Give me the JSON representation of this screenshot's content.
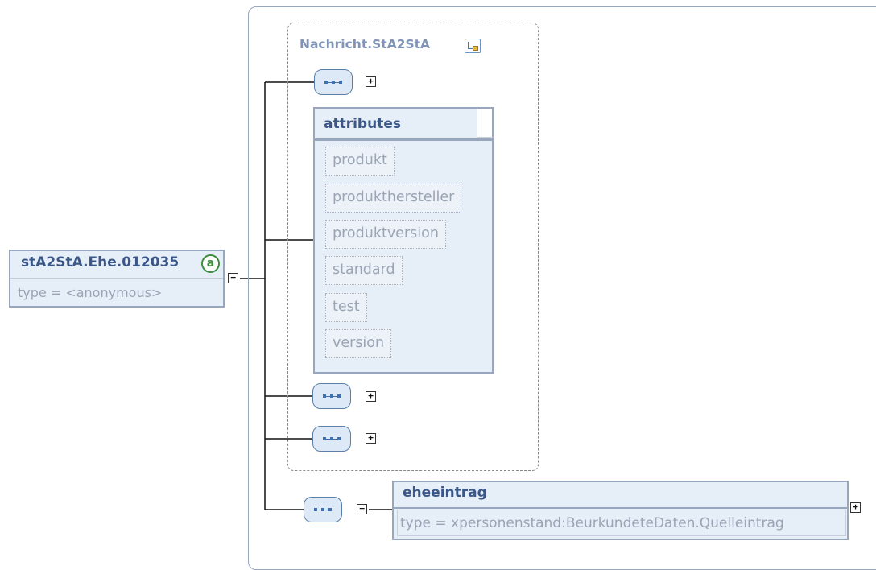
{
  "root_element": {
    "name": "stA2StA.Ehe.012035",
    "type_label": "type = <anonymous>",
    "badge": "a",
    "collapse_symbol": "−"
  },
  "group": {
    "name": "Nachricht.StA2StA",
    "icon": "type-reference-icon"
  },
  "attributes": {
    "title": "attributes",
    "items": [
      "produkt",
      "produkthersteller",
      "produktversion",
      "standard",
      "test",
      "version"
    ]
  },
  "sequences": {
    "icon": "sequence-icon",
    "expand_symbol": "+",
    "collapse_symbol": "−"
  },
  "child_element": {
    "name": "eheeintrag",
    "type_label": "type = xpersonenstand:BeurkundeteDaten.Quelleintrag",
    "expand_symbol": "+"
  },
  "colors": {
    "frame_border": "#98a6be",
    "box_fill": "#e6eef8",
    "title_text": "#3b5788",
    "muted_text": "#9aa4b4",
    "attribute_badge": "#3e8e3e"
  }
}
